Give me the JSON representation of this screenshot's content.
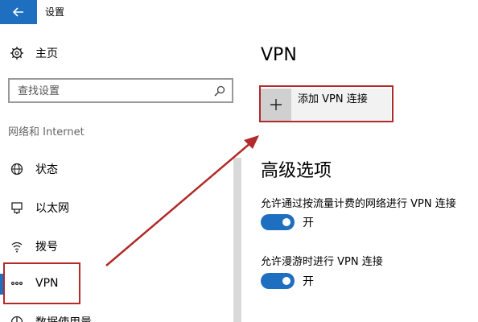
{
  "window": {
    "title": "设置"
  },
  "sidebar": {
    "home_label": "主页",
    "search_placeholder": "查找设置",
    "section_header": "网络和 Internet",
    "items": [
      {
        "label": "状态",
        "icon": "globe-icon"
      },
      {
        "label": "以太网",
        "icon": "ethernet-icon"
      },
      {
        "label": "拨号",
        "icon": "dialup-icon"
      },
      {
        "label": "VPN",
        "icon": "vpn-icon",
        "selected": true
      },
      {
        "label": "数据使用量",
        "icon": "data-usage-icon"
      }
    ]
  },
  "main": {
    "title": "VPN",
    "add_vpn_label": "添加 VPN 连接",
    "advanced_title": "高级选项",
    "options": [
      {
        "label": "允许通过按流量计费的网络进行 VPN 连接",
        "state": "开",
        "on": true
      },
      {
        "label": "允许漫游时进行 VPN 连接",
        "state": "开",
        "on": true
      }
    ]
  },
  "colors": {
    "accent": "#1f6fc1",
    "annotation": "#b22a2a"
  }
}
